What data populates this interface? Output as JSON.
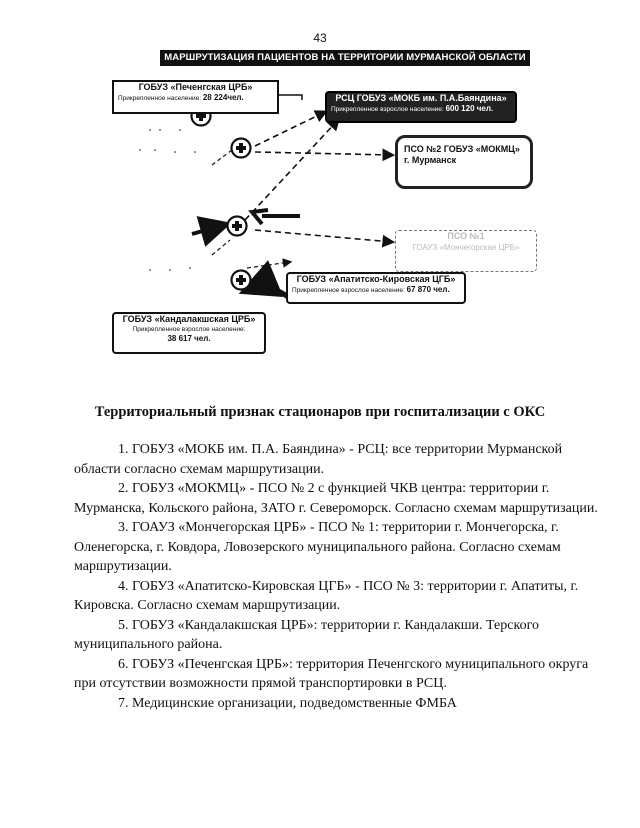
{
  "page_number": "43",
  "diagram": {
    "banner": "МАРШРУТИЗАЦИЯ ПАЦИЕНТОВ  НА ТЕРРИТОРИИ МУРМАНСКОЙ ОБЛАСТИ",
    "pechenga": {
      "name": "ГОБУЗ «Печенгская ЦРБ»",
      "pop_label": "Прикрепленное население:",
      "pop_value": "28 224чел."
    },
    "mokb": {
      "name": "РСЦ  ГОБУЗ «МОКБ им. П.А.Баяндина»",
      "pop_label": "Прикрепленное взрослое население:",
      "pop_value": "600 120 чел."
    },
    "mokmc": {
      "name": "ПСО №2 ГОБУЗ «МОКМЦ» г. Мурманск"
    },
    "monch": {
      "name": "ПСО №1",
      "sub": "ГОАУЗ «Мончегорская ЦРБ»"
    },
    "apatity": {
      "name": "ГОБУЗ «Апатитско-Кировская ЦГБ»",
      "pop_label": "Прикрепленное взрослое население:",
      "pop_value": "67 870 чел."
    },
    "kandal": {
      "name": "ГОБУЗ «Кандалакшская ЦРБ»",
      "pop_label": "Прикрепленное взрослое население:",
      "pop_value": "38 617 чел."
    }
  },
  "heading": "Территориальный признак стационаров при госпитализации с ОКС",
  "items": [
    "1.  ГОБУЗ «МОКБ им. П.А. Баяндина» - РСЦ: все территории Мурманской области согласно схемам маршрутизации.",
    "2. ГОБУЗ «МОКМЦ» - ПСО № 2 с функцией ЧКВ центра: территории г. Мурманска, Кольского района, ЗАТО г. Североморск. Согласно схемам маршрутизации.",
    "3. ГОАУЗ «Мончегорская ЦРБ» - ПСО № 1: территории г. Мончегорска, г. Оленегорска, г. Ковдора, Ловозерского муниципального района. Согласно схемам маршрутизации.",
    "4. ГОБУЗ «Апатитско-Кировская ЦГБ» - ПСО № 3: территории г. Апатиты, г. Кировска. Согласно схемам маршрутизации.",
    "5. ГОБУЗ «Кандалакшская ЦРБ»: территории г. Кандалакши. Терского муниципального района.",
    "6. ГОБУЗ «Печенгская ЦРБ»: территория Печенгского муниципального округа при отсутствии возможности прямой транспортировки в РСЦ.",
    "7. Медицинские организации, подведомственные ФМБА"
  ]
}
